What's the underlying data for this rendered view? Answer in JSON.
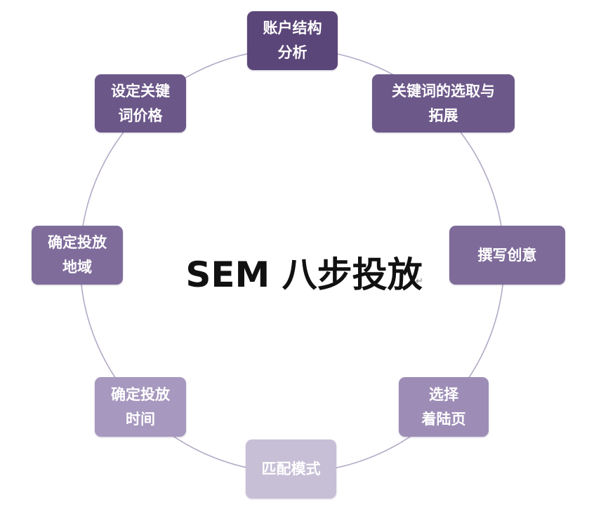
{
  "diagram": {
    "title": "SEM 八步投放",
    "return_mark": "↵",
    "ring_color": "#b3a9c6",
    "steps": [
      {
        "lines": [
          "账户结构",
          "分析"
        ],
        "color": "#5b4679"
      },
      {
        "lines": [
          "关键词的选取与",
          "拓展"
        ],
        "color": "#6c5889"
      },
      {
        "lines": [
          "撰写创意"
        ],
        "color": "#7e6b99"
      },
      {
        "lines": [
          "选择",
          "着陆页"
        ],
        "color": "#9d8db6"
      },
      {
        "lines": [
          "匹配模式"
        ],
        "color": "#c7bfd6"
      },
      {
        "lines": [
          "确定投放",
          "时间"
        ],
        "color": "#a698be"
      },
      {
        "lines": [
          "确定投放",
          "地域"
        ],
        "color": "#7f6c9b"
      },
      {
        "lines": [
          "设定关键",
          "词价格"
        ],
        "color": "#6b5788"
      }
    ]
  }
}
